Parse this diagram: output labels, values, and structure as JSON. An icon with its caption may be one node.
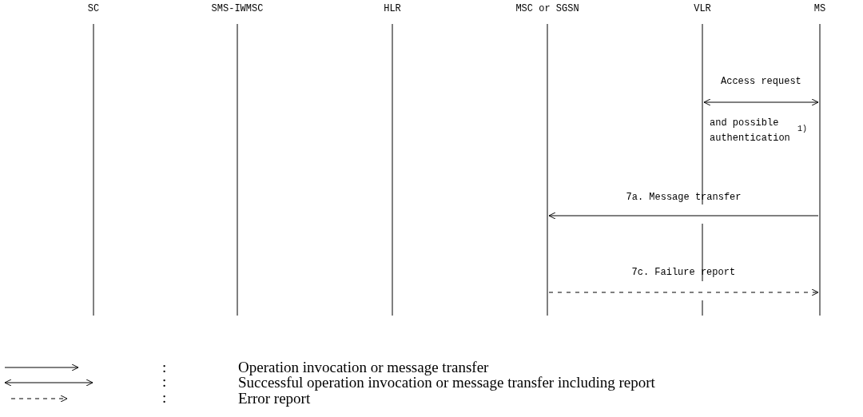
{
  "diagram": {
    "nodes": [
      {
        "text": [
          "SC"
        ]
      },
      {
        "text": [
          "SMS-IWMSC"
        ]
      },
      {
        "text": [
          "HLR"
        ]
      },
      {
        "text": [
          "MSC or SGSN"
        ]
      },
      {
        "text": [
          "VLR"
        ]
      },
      {
        "text": [
          "MS"
        ]
      }
    ],
    "edges": [
      {
        "from": 4,
        "to": 5,
        "arrow": "both",
        "label": "Access request"
      },
      {
        "from": 5,
        "to": 3,
        "arrow": "to",
        "label": "7a. Message transfer"
      },
      {
        "from": 3,
        "to": 5,
        "arrow": "to",
        "label": "7c. Failure report",
        "style": "dashed"
      }
    ],
    "labels": [
      "and possible authentication",
      "1)",
      ":",
      ":",
      ":"
    ],
    "legend": [
      {
        "text": "Operation invocation or message transfer"
      },
      {
        "text": "Successful operation invocation or message transfer including report"
      },
      {
        "text": "Error report"
      }
    ]
  }
}
